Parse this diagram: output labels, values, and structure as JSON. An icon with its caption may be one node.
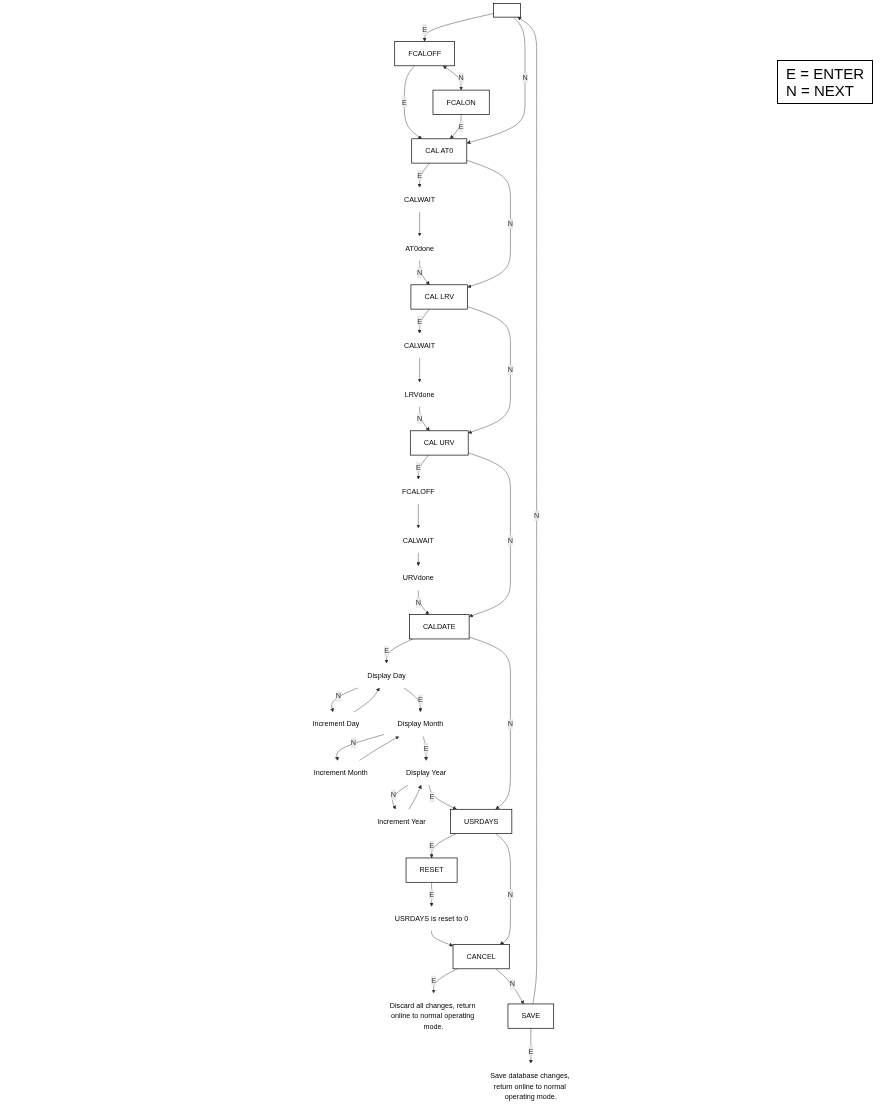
{
  "diagram": {
    "nodes": [
      {
        "text": [],
        "shape": "box"
      },
      {
        "text": [
          "FCALOFF"
        ]
      },
      {
        "text": [
          "FCALON"
        ]
      },
      {
        "text": [
          "CAL AT0"
        ]
      },
      {
        "text": [
          "CALWAIT"
        ]
      },
      {
        "text": [
          "AT0done"
        ]
      },
      {
        "text": [
          "CAL LRV"
        ]
      },
      {
        "text": [
          "CALWAIT"
        ]
      },
      {
        "text": [
          "LRVdone"
        ]
      },
      {
        "text": [
          "CAL URV"
        ]
      },
      {
        "text": [
          "FCALOFF"
        ]
      },
      {
        "text": [
          "CALWAIT"
        ]
      },
      {
        "text": [
          "URVdone"
        ]
      },
      {
        "text": [
          "CALDATE"
        ]
      },
      {
        "text": [
          "Display Day"
        ]
      },
      {
        "text": [
          "Increment Day"
        ]
      },
      {
        "text": [
          "Display Month"
        ]
      },
      {
        "text": [
          "Increment Month"
        ]
      },
      {
        "text": [
          "Display Year"
        ]
      },
      {
        "text": [
          "Increment Year"
        ]
      },
      {
        "text": [
          "USRDAYS"
        ]
      },
      {
        "text": [
          "RESET"
        ]
      },
      {
        "text": [
          "USRDAYS is reset to 0"
        ]
      },
      {
        "text": [
          "CANCEL"
        ]
      },
      {
        "text": [
          "Discard all changes, return online to normal operating mode."
        ]
      },
      {
        "text": [
          "SAVE"
        ]
      },
      {
        "text": [
          "Save database changes, return online to normal operating mode."
        ]
      }
    ],
    "edges": [
      {
        "from": 0,
        "to": 1,
        "arrow": "to",
        "label": "E"
      },
      {
        "from": 1,
        "to": 2,
        "arrow": "both",
        "label": "N"
      },
      {
        "from": 1,
        "to": 3,
        "arrow": "to",
        "label": "E"
      },
      {
        "from": 2,
        "to": 3,
        "arrow": "to",
        "label": "E"
      },
      {
        "from": 0,
        "to": 3,
        "arrow": "to",
        "label": "N"
      },
      {
        "from": 3,
        "to": 4,
        "arrow": "to",
        "label": "E"
      },
      {
        "from": 4,
        "to": 5,
        "arrow": "to"
      },
      {
        "from": 5,
        "to": 6,
        "arrow": "to",
        "label": "N"
      },
      {
        "from": 3,
        "to": 6,
        "arrow": "to",
        "label": "N"
      },
      {
        "from": 6,
        "to": 7,
        "arrow": "to",
        "label": "E"
      },
      {
        "from": 7,
        "to": 8,
        "arrow": "to"
      },
      {
        "from": 8,
        "to": 9,
        "arrow": "to",
        "label": "N"
      },
      {
        "from": 6,
        "to": 9,
        "arrow": "to",
        "label": "N"
      },
      {
        "from": 9,
        "to": 10,
        "arrow": "to",
        "label": "E"
      },
      {
        "from": 10,
        "to": 11,
        "arrow": "to"
      },
      {
        "from": 11,
        "to": 12,
        "arrow": "to"
      },
      {
        "from": 12,
        "to": 13,
        "arrow": "to",
        "label": "N"
      },
      {
        "from": 9,
        "to": 13,
        "arrow": "to",
        "label": "N"
      },
      {
        "from": 13,
        "to": 14,
        "arrow": "to",
        "label": "E"
      },
      {
        "from": 14,
        "to": 15,
        "arrow": "to",
        "label": "N"
      },
      {
        "from": 15,
        "to": 14,
        "arrow": "to"
      },
      {
        "from": 14,
        "to": 16,
        "arrow": "to",
        "label": "E"
      },
      {
        "from": 16,
        "to": 17,
        "arrow": "to",
        "label": "N"
      },
      {
        "from": 17,
        "to": 16,
        "arrow": "to"
      },
      {
        "from": 16,
        "to": 18,
        "arrow": "to",
        "label": "E"
      },
      {
        "from": 18,
        "to": 19,
        "arrow": "to",
        "label": "N"
      },
      {
        "from": 19,
        "to": 18,
        "arrow": "to"
      },
      {
        "from": 18,
        "to": 20,
        "arrow": "to",
        "label": "E"
      },
      {
        "from": 13,
        "to": 20,
        "arrow": "to",
        "label": "N"
      },
      {
        "from": 20,
        "to": 21,
        "arrow": "to",
        "label": "E"
      },
      {
        "from": 21,
        "to": 22,
        "arrow": "to",
        "label": "E"
      },
      {
        "from": 22,
        "to": 23,
        "arrow": "to"
      },
      {
        "from": 20,
        "to": 23,
        "arrow": "to",
        "label": "N"
      },
      {
        "from": 23,
        "to": 24,
        "arrow": "to",
        "label": "E"
      },
      {
        "from": 23,
        "to": 25,
        "arrow": "to",
        "label": "N"
      },
      {
        "from": 25,
        "to": 26,
        "arrow": "to",
        "label": "E"
      },
      {
        "from": 25,
        "to": 0,
        "arrow": "to",
        "label": "N"
      }
    ],
    "labels": [
      "E = ENTER",
      "N = NEXT"
    ]
  }
}
